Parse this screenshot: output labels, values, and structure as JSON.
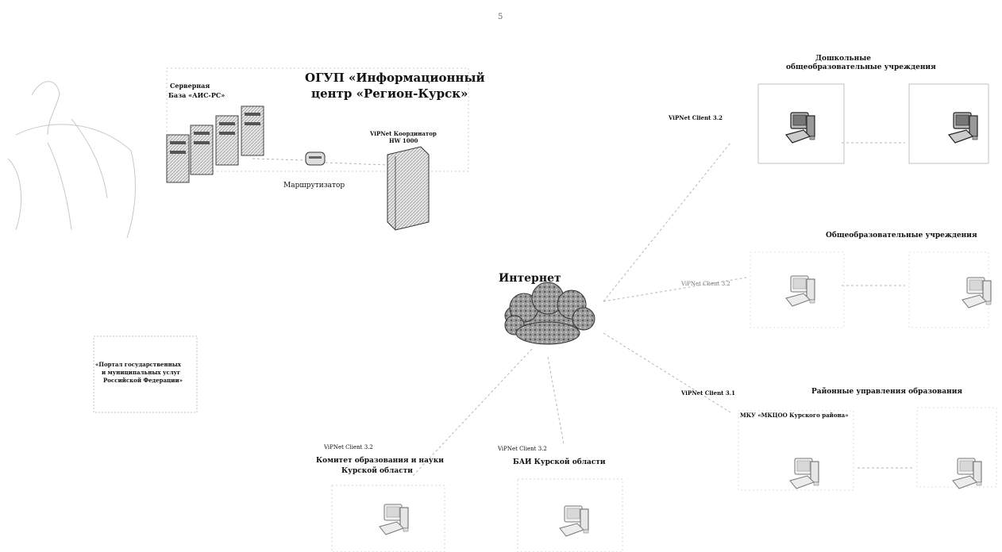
{
  "page_number": "5",
  "data_center": {
    "title_line1": "ОГУП «Информационный",
    "title_line2": "центр «Регион-Курск»",
    "servers_label_line1": "Серверная",
    "servers_label_line2": "База «АИС-РС»",
    "coordinator_label_line1": "ViPNet Координатор",
    "coordinator_label_line2": "HW 1000",
    "router_label": "Маршрутизатор"
  },
  "internet": {
    "label": "Интернет"
  },
  "portal": {
    "line1": "«Портал государственных",
    "line2": "и муниципальных услуг",
    "line3": "Российской Федерации»"
  },
  "groups": {
    "preschool": {
      "title_line1": "Дошкольные",
      "title_line2": "общеобразовательные учреждения",
      "client_label": "ViPNet Client 3.2"
    },
    "general": {
      "title": "Общеобразовательные учреждения",
      "client_label": "ViPNet Client 3.2"
    },
    "district": {
      "title": "Районные управления образования",
      "client_label": "ViPNet Client 3.1",
      "sub_label": "МКУ «МКЦОО Курского района»"
    },
    "committee": {
      "client_label": "ViPNet Client 3.2",
      "title_line1": "Комитет образования и науки",
      "title_line2": "Курской области"
    },
    "administration": {
      "client_label": "ViPNet Client 3.2",
      "title": "БАИ Курской области"
    }
  }
}
